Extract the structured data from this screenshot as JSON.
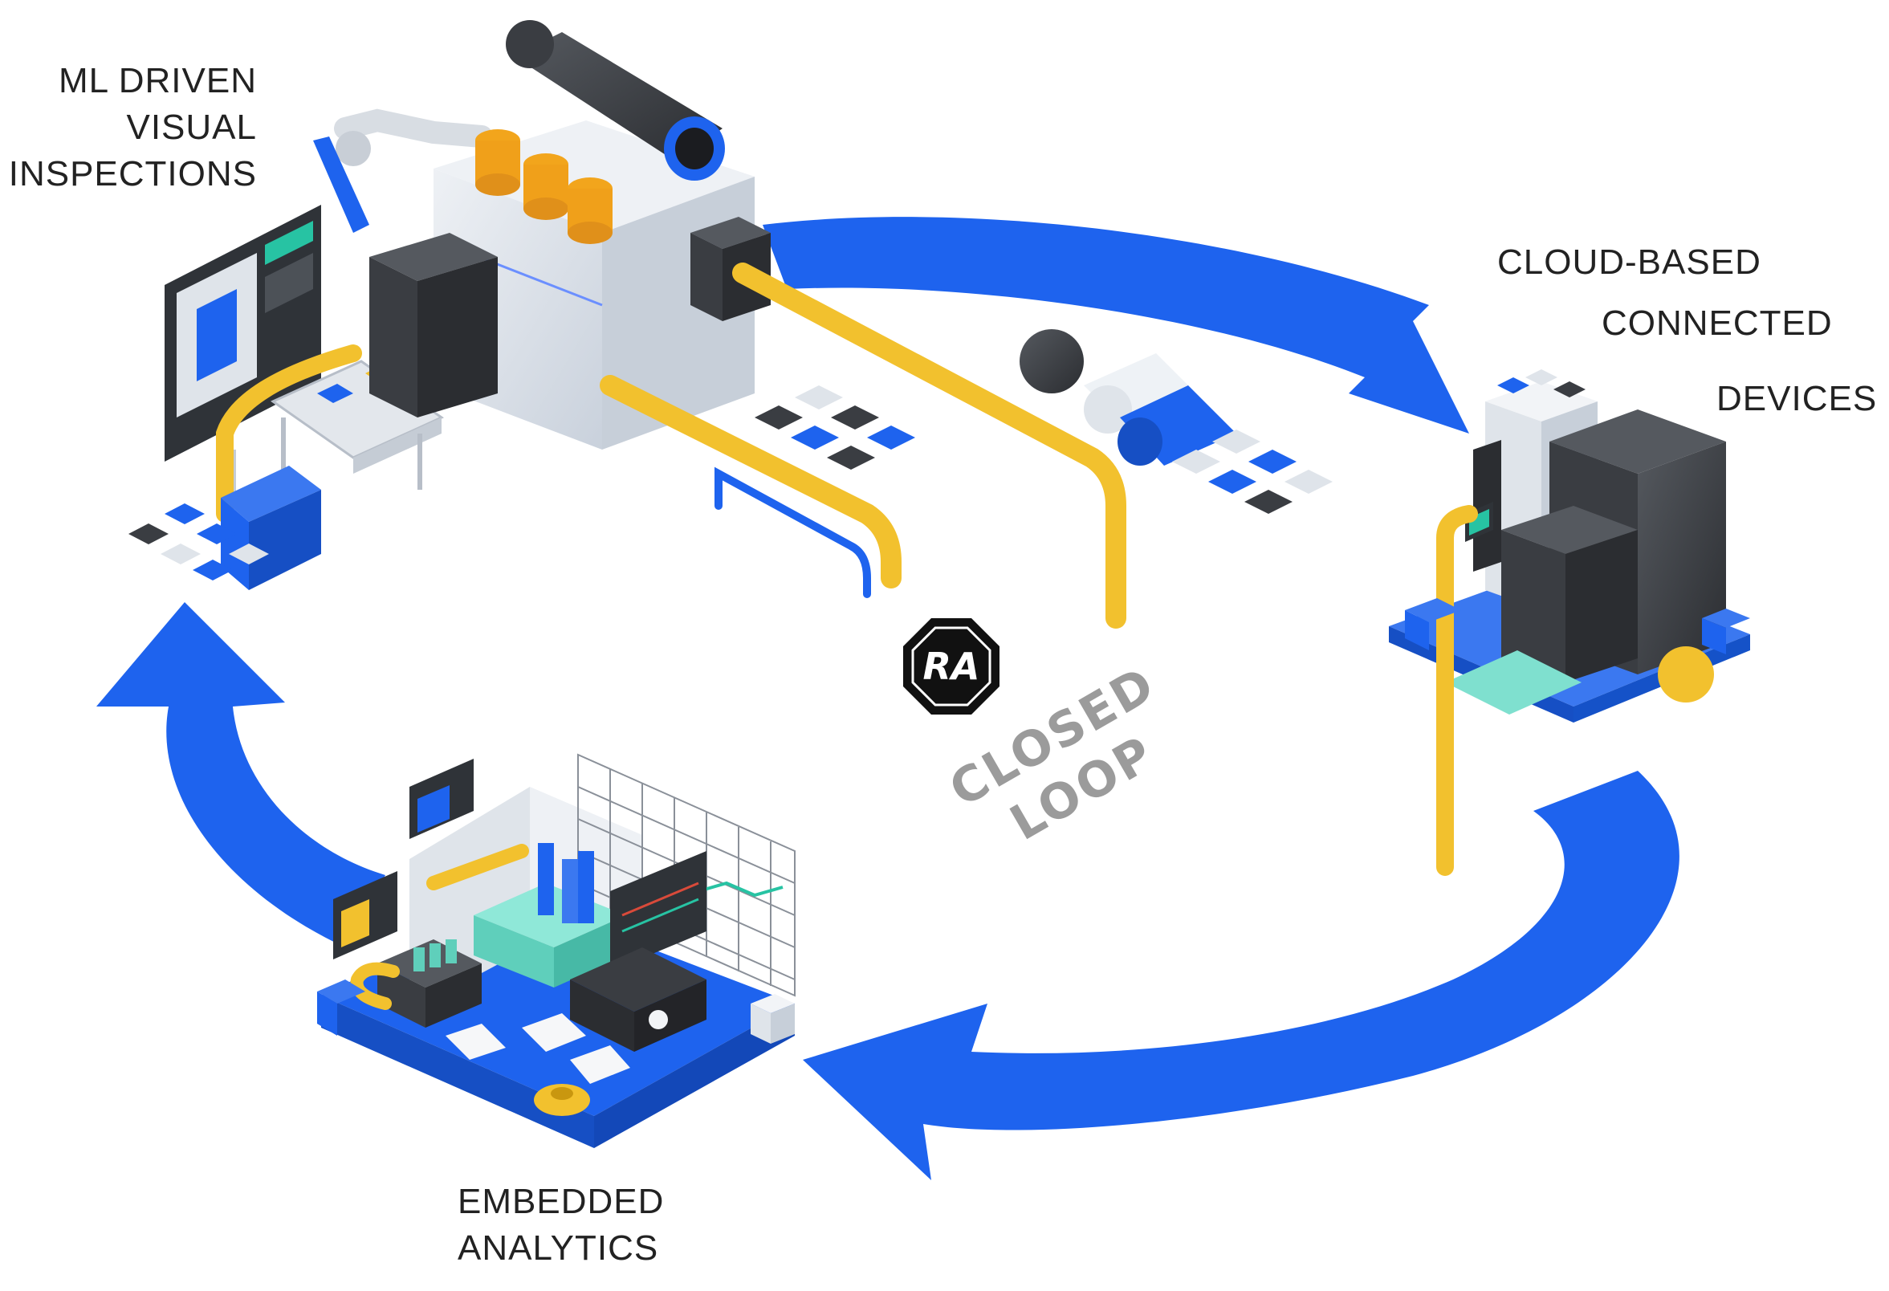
{
  "labels": {
    "ml_line1": "ML DRIVEN",
    "ml_line2": "VISUAL",
    "ml_line3": "INSPECTIONS",
    "cloud_line1": "CLOUD-BASED",
    "cloud_line2": "CONNECTED",
    "cloud_line3": "DEVICES",
    "embedded_line1": "EMBEDDED",
    "embedded_line2": "ANALYTICS"
  },
  "center": {
    "logo_text": "RA",
    "loop_line1": "CLOSED",
    "loop_line2": "LOOP"
  },
  "icons": {
    "logo": "ra-octagon-logo",
    "arrows": "circular-blue-arrows",
    "factory": "factory-machine-icon",
    "servers": "server-rack-icon",
    "analytics": "analytics-room-icon"
  },
  "colors": {
    "arrow_blue": "#1E63EE",
    "pipe_yellow": "#F2C12E",
    "dark_gray": "#3c3f44",
    "light_gray": "#dfe4ea",
    "text": "#222222",
    "loop_text": "#9b9b9b"
  }
}
